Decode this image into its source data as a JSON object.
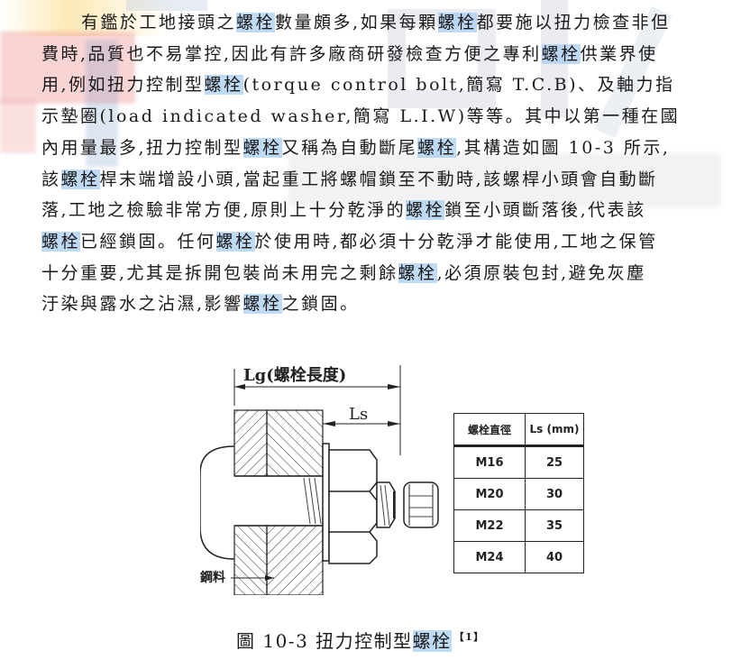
{
  "document": {
    "paragraph": {
      "lines": [
        [
          {
            "t": "有鑑於工地接頭之"
          },
          {
            "t": "螺栓",
            "hl": true
          },
          {
            "t": "數量頗多,如果每顆"
          },
          {
            "t": "螺栓",
            "hl": true
          },
          {
            "t": "都要施以扭力檢查非但"
          }
        ],
        [
          {
            "t": "費時,品質也不易掌控,因此有許多廠商研發檢查方便之專利"
          },
          {
            "t": "螺栓",
            "hl": true
          },
          {
            "t": "供業界使"
          }
        ],
        [
          {
            "t": "用,例如扭力控制型"
          },
          {
            "t": "螺栓",
            "hl": true
          },
          {
            "t": "(torque control bolt,簡寫 T.C.B)、及軸力指"
          }
        ],
        [
          {
            "t": "示墊圈(load indicated washer,簡寫 L.I.W)等等。其中以第一種在國"
          }
        ],
        [
          {
            "t": "內用量最多,扭力控制型"
          },
          {
            "t": "螺栓",
            "hl": true
          },
          {
            "t": "又稱為自動斷尾"
          },
          {
            "t": "螺栓",
            "hl": true
          },
          {
            "t": ",其構造如圖 10-3 所示,"
          }
        ],
        [
          {
            "t": "該"
          },
          {
            "t": "螺栓",
            "hl": true
          },
          {
            "t": "桿末端增設小頭,當起重工將螺帽鎖至不動時,該螺桿小頭會自動斷"
          }
        ],
        [
          {
            "t": "落,工地之檢驗非常方便,原則上十分乾淨的"
          },
          {
            "t": "螺栓",
            "hl": true
          },
          {
            "t": "鎖至小頭斷落後,代表該"
          }
        ],
        [
          {
            "t": "螺栓",
            "hl": true
          },
          {
            "t": "已經鎖固。任何"
          },
          {
            "t": "螺栓",
            "hl": true
          },
          {
            "t": "於使用時,都必須十分乾淨才能使用,工地之保管"
          }
        ],
        [
          {
            "t": "十分重要,尤其是拆開包裝尚未用完之剩餘"
          },
          {
            "t": "螺栓",
            "hl": true
          },
          {
            "t": ",必須原裝包封,避免灰塵"
          }
        ],
        [
          {
            "t": "汙染與露水之沾濕,影響"
          },
          {
            "t": "螺栓",
            "hl": true
          },
          {
            "t": "之鎖固。"
          }
        ]
      ]
    },
    "figure": {
      "label_lg": "Lg(螺栓長度)",
      "label_ls": "Ls",
      "label_material": "鋼料",
      "table": {
        "headers": [
          "螺栓直徑",
          "Ls (mm)"
        ],
        "rows": [
          [
            "M16",
            "25"
          ],
          [
            "M20",
            "30"
          ],
          [
            "M22",
            "35"
          ],
          [
            "M24",
            "40"
          ]
        ]
      }
    },
    "caption": {
      "prefix": "圖 10-3 扭力控制型",
      "highlight": "螺栓",
      "reference": "【1】"
    },
    "colors": {
      "highlight": "#aacdf0",
      "text": "#1a1a1a"
    }
  }
}
